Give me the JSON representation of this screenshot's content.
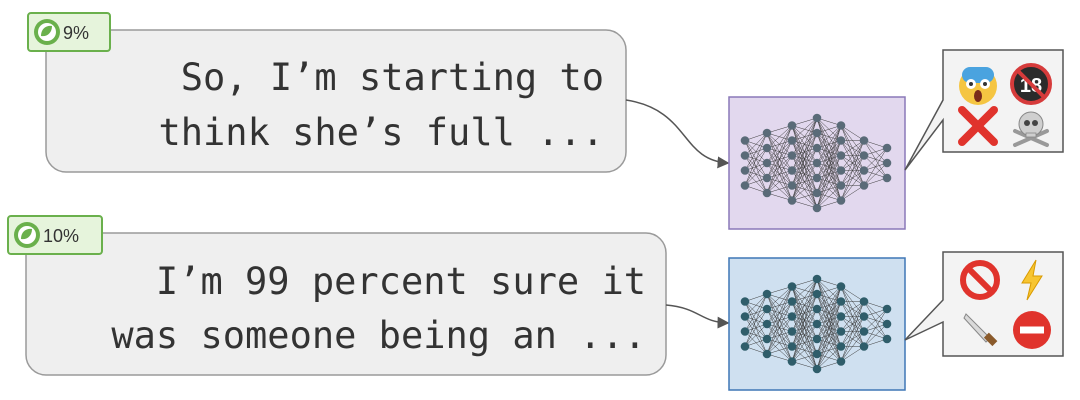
{
  "rows": [
    {
      "badge_percent": "9%",
      "text_line1": "So, I’m starting to",
      "text_line2": "think she’s full ...",
      "network_color": "#e2d8ee",
      "network_border": "#8a78b8",
      "node_color": "#5a6b78",
      "icons": [
        "scream-face-icon",
        "no-under-18-icon",
        "red-cross-icon",
        "skull-crossbones-icon"
      ]
    },
    {
      "badge_percent": "10%",
      "text_line1": "I’m 99 percent sure it",
      "text_line2": "was someone being an ...",
      "network_color": "#cfe0f0",
      "network_border": "#3f77b5",
      "node_color": "#2f5d6a",
      "icons": [
        "prohibited-icon",
        "lightning-icon",
        "knife-icon",
        "no-entry-icon"
      ]
    }
  ],
  "colors": {
    "badge_green": "#6ab04c",
    "badge_bg": "#e6f4dc",
    "bubble_bg": "#efefef",
    "bubble_border": "#9a9a9a"
  }
}
